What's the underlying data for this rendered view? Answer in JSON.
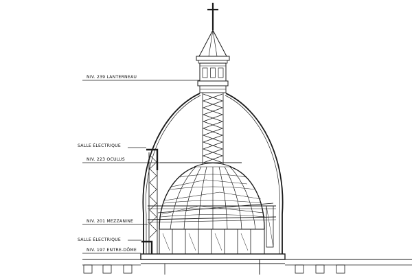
{
  "levels": {
    "lanterneau": "NIV. 239 LANTERNEAU",
    "salle_electrique_upper": "SALLE ÉLECTRIQUE",
    "oculus": "NIV. 223 OCULUS",
    "mezzanine": "NIV. 201 MEZZANINE",
    "salle_electrique_lower": "SALLE ÉLECTRIQUE",
    "entre_dome": "NIV. 197 ENTRE-DÔME"
  }
}
